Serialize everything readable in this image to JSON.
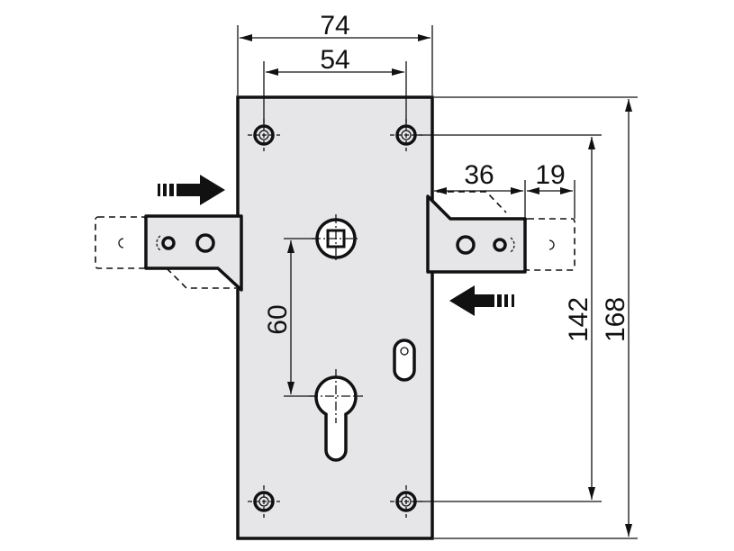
{
  "dimensions": {
    "plate_width": "74",
    "hole_spacing_horizontal": "54",
    "bolt_length": "36",
    "bolt_throw": "19",
    "spindle_to_cylinder": "60",
    "hole_spacing_vertical": "142",
    "plate_height": "168"
  },
  "colors": {
    "plate": "#e6e6e9",
    "line": "#111111"
  }
}
